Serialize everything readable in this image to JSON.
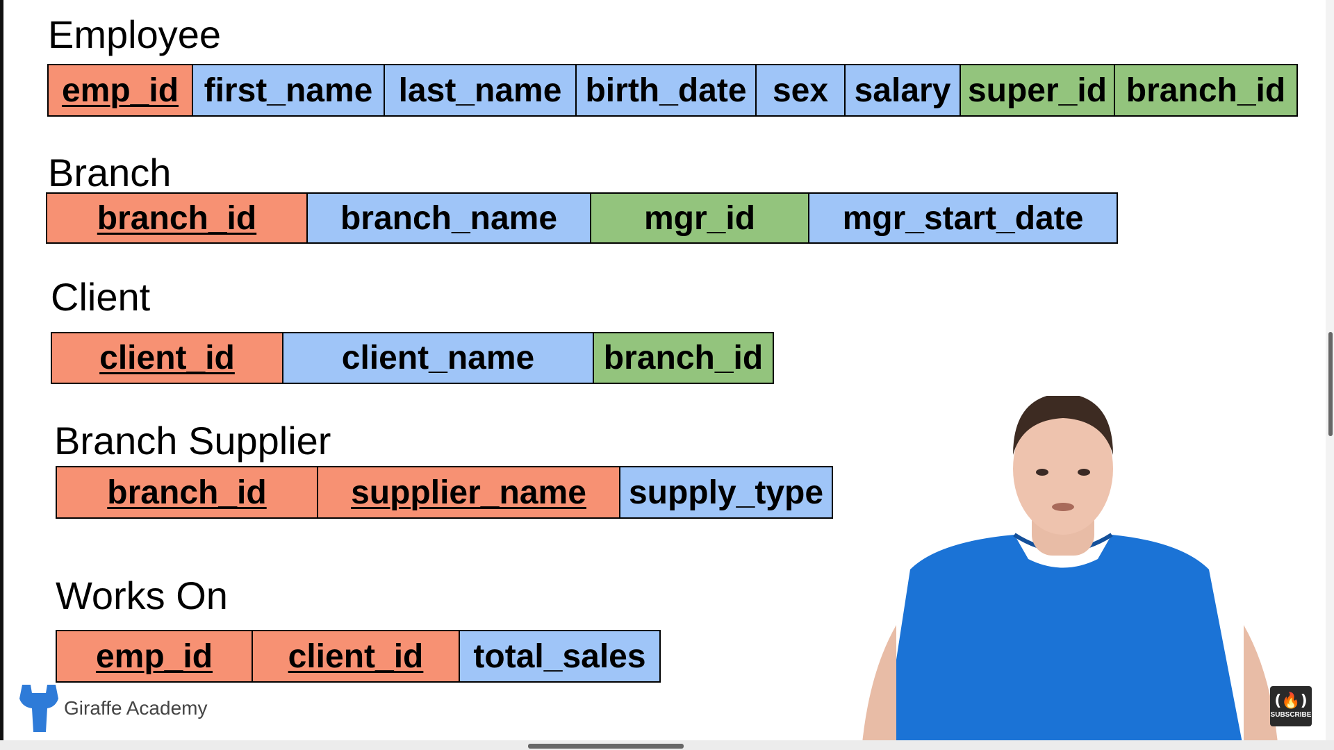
{
  "colors": {
    "primary_key": "#f79173",
    "attribute": "#9fc5f8",
    "foreign_key": "#93c47d"
  },
  "tables": [
    {
      "title": "Employee",
      "columns": [
        {
          "label": "emp_id",
          "kind": "primary_key"
        },
        {
          "label": "first_name",
          "kind": "attribute"
        },
        {
          "label": "last_name",
          "kind": "attribute"
        },
        {
          "label": "birth_date",
          "kind": "attribute"
        },
        {
          "label": "sex",
          "kind": "attribute"
        },
        {
          "label": "salary",
          "kind": "attribute"
        },
        {
          "label": "super_id",
          "kind": "foreign_key"
        },
        {
          "label": "branch_id",
          "kind": "foreign_key"
        }
      ]
    },
    {
      "title": "Branch",
      "columns": [
        {
          "label": "branch_id",
          "kind": "primary_key"
        },
        {
          "label": "branch_name",
          "kind": "attribute"
        },
        {
          "label": "mgr_id",
          "kind": "foreign_key"
        },
        {
          "label": "mgr_start_date",
          "kind": "attribute"
        }
      ]
    },
    {
      "title": "Client",
      "columns": [
        {
          "label": "client_id",
          "kind": "primary_key"
        },
        {
          "label": "client_name",
          "kind": "attribute"
        },
        {
          "label": "branch_id",
          "kind": "foreign_key"
        }
      ]
    },
    {
      "title": "Branch Supplier",
      "columns": [
        {
          "label": "branch_id",
          "kind": "primary_key"
        },
        {
          "label": "supplier_name",
          "kind": "primary_key"
        },
        {
          "label": "supply_type",
          "kind": "attribute"
        }
      ]
    },
    {
      "title": "Works On",
      "columns": [
        {
          "label": "emp_id",
          "kind": "primary_key"
        },
        {
          "label": "client_id",
          "kind": "primary_key"
        },
        {
          "label": "total_sales",
          "kind": "attribute"
        }
      ]
    }
  ],
  "watermark": {
    "text": "Giraffe Academy",
    "icon": "giraffe-logo-icon"
  },
  "subscribe_badge": {
    "glyph": "(🔥)",
    "label": "SUBSCRIBE"
  },
  "presenter": {
    "icon": "presenter-video-overlay"
  }
}
